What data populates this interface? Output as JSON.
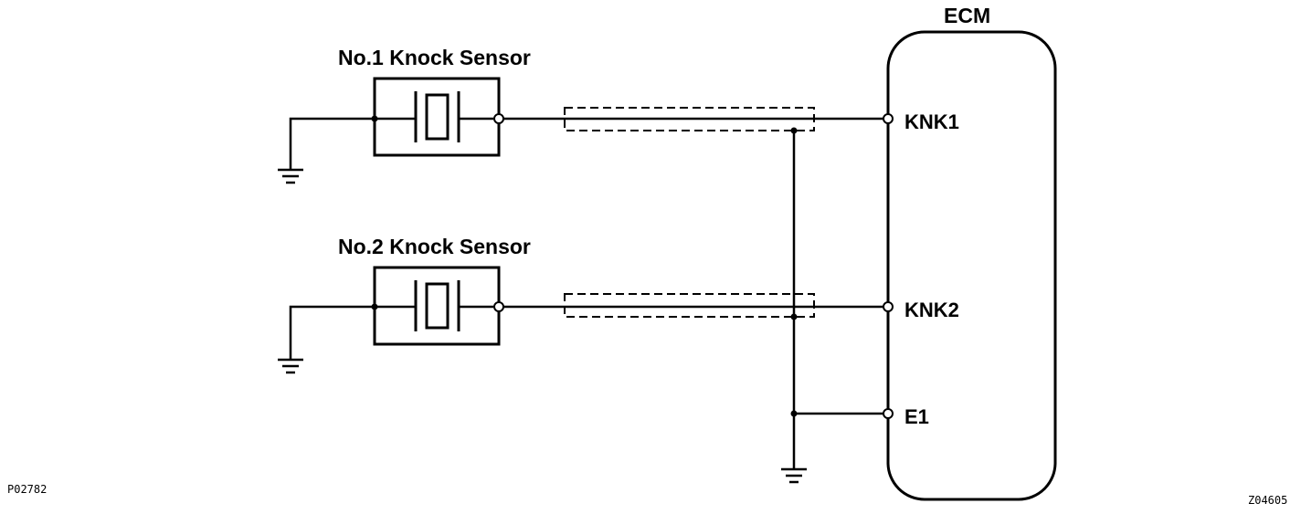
{
  "ecm": {
    "label": "ECM"
  },
  "sensors": [
    {
      "label": "No.1 Knock Sensor"
    },
    {
      "label": "No.2 Knock Sensor"
    }
  ],
  "pins": [
    {
      "label": "KNK1"
    },
    {
      "label": "KNK2"
    },
    {
      "label": "E1"
    }
  ],
  "codes": {
    "left": "P02782",
    "right": "Z04605"
  }
}
